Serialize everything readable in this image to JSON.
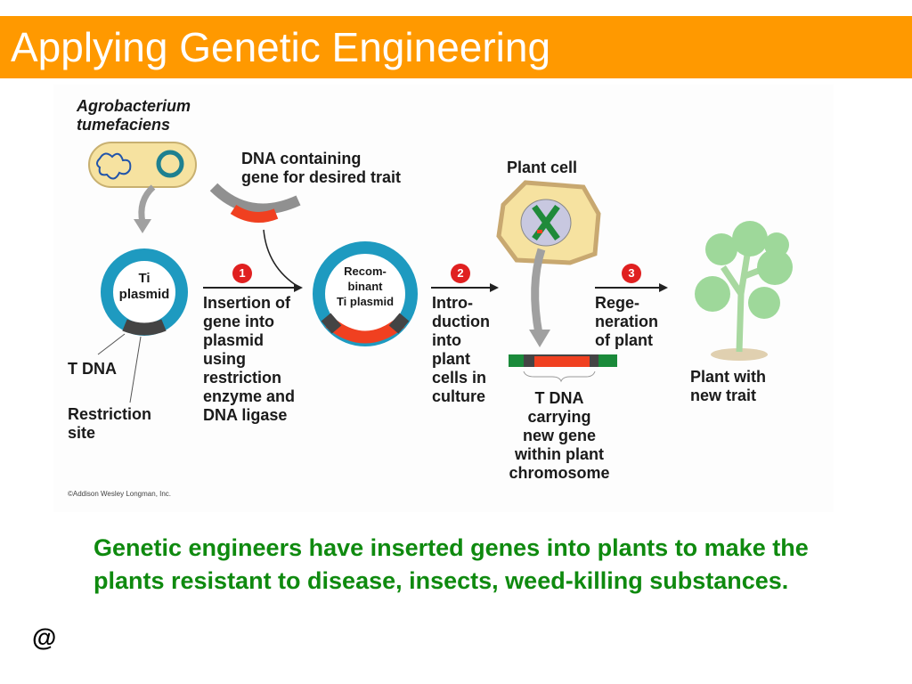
{
  "slide": {
    "title": "Applying Genetic Engineering",
    "caption": "Genetic engineers have inserted genes into plants to make the plants resistant to disease, insects, weed-killing substances.",
    "bullet_symbol": "@"
  },
  "diagram": {
    "organism": "Agrobacterium\ntumefaciens",
    "dna_label": "DNA containing\ngene for desired trait",
    "plant_cell_label": "Plant cell",
    "ti_plasmid_label": "Ti\nplasmid",
    "t_dna_label": "T DNA",
    "restriction_site_label": "Restriction\nsite",
    "recombinant_label": "Recom-\nbinant\nTi plasmid",
    "steps": [
      {
        "number": "1",
        "text": "Insertion of\ngene into\nplasmid\nusing\nrestriction\nenzyme and\nDNA ligase"
      },
      {
        "number": "2",
        "text": "Intro-\nduction\ninto\nplant\ncells in\nculture"
      },
      {
        "number": "3",
        "text": "Rege-\nneration\nof plant"
      }
    ],
    "chromosome_label": "T DNA\ncarrying\nnew gene\nwithin plant\nchromosome",
    "result_label": "Plant with\nnew trait",
    "copyright": "©Addison Wesley Longman, Inc."
  },
  "colors": {
    "title_bar": "#ff9900",
    "caption": "#0f8a0f",
    "plasmid": "#1e9ac0",
    "insert": "#f04020",
    "badge": "#e02020"
  }
}
